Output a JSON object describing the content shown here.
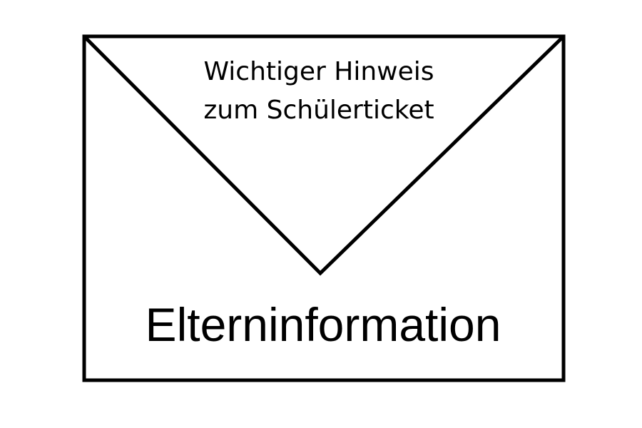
{
  "envelope": {
    "flap_line1": "Wichtiger Hinweis",
    "flap_line2": "zum Schülerticket",
    "title": "Elterninformation",
    "stroke_color": "#000000",
    "background_color": "#ffffff"
  }
}
